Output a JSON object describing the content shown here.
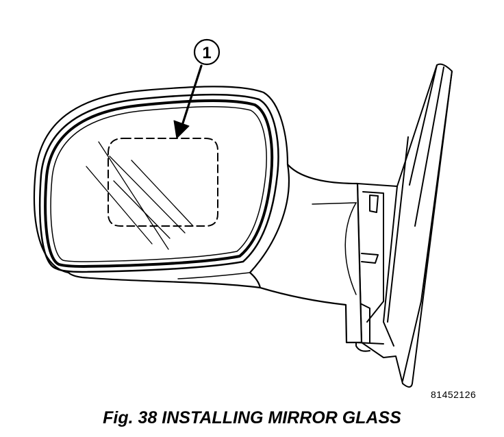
{
  "diagram": {
    "callout_label": "1",
    "figure_number": "81452126",
    "caption": "Fig. 38 INSTALLING MIRROR GLASS"
  },
  "colors": {
    "ink": "#000000",
    "paper": "#ffffff"
  }
}
